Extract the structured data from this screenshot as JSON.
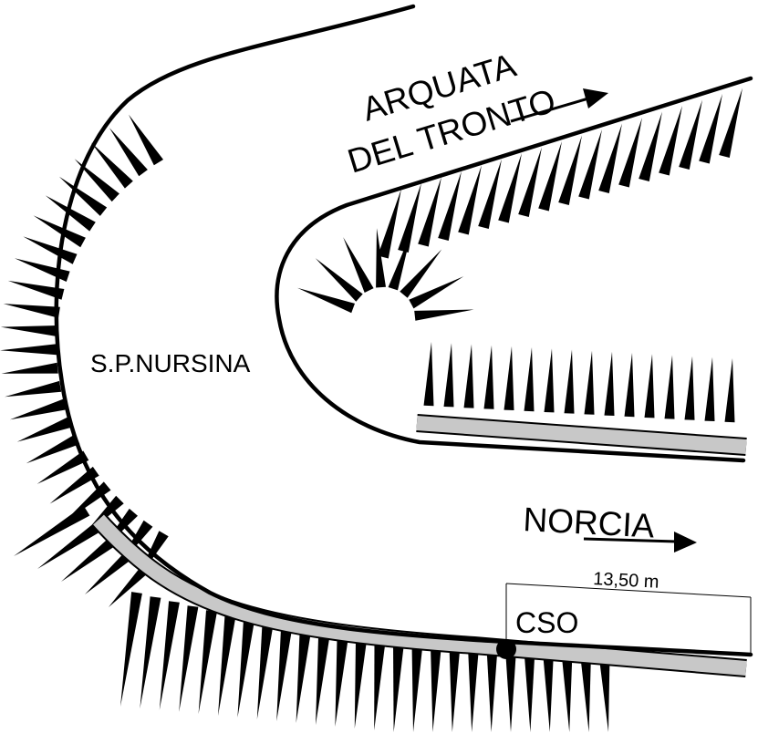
{
  "labels": {
    "road_name": "S.P.NURSINA",
    "destination_1_line_1": "ARQUATA",
    "destination_1_line_2": "DEL TRONTO",
    "destination_2": "NORCIA",
    "station": "CSO",
    "distance": "13,50 m"
  },
  "colors": {
    "ink": "#000000",
    "shoulder_fill": "#c8c8c8",
    "background": "#ffffff"
  }
}
